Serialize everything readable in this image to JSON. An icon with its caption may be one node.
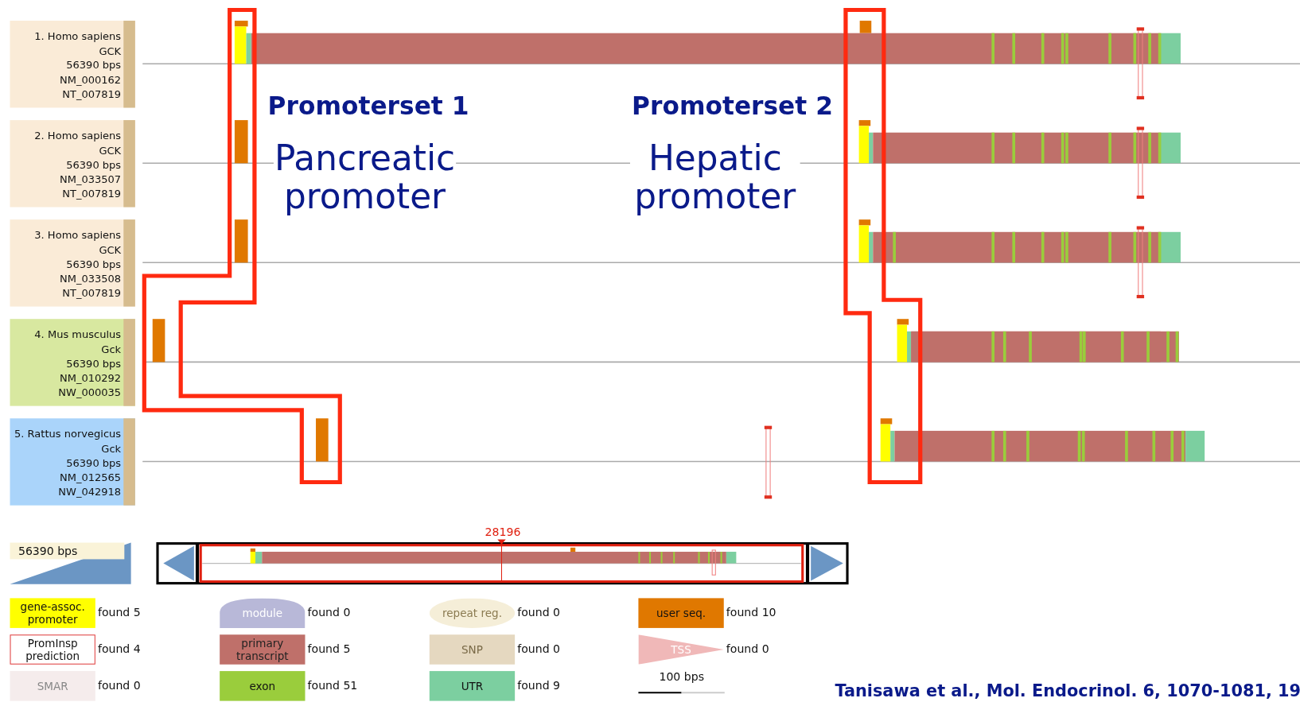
{
  "diagram": {
    "nodes": [
      {
        "text": [
          "1. Homo sapiens",
          "GCK",
          "56390 bps",
          "NM_000162",
          "NT_007819"
        ]
      },
      {
        "text": [
          "2. Homo sapiens",
          "GCK",
          "56390 bps",
          "NM_033507",
          "NT_007819"
        ]
      },
      {
        "text": [
          "3. Homo sapiens",
          "GCK",
          "56390 bps",
          "NM_033508",
          "NT_007819"
        ]
      },
      {
        "text": [
          "4. Mus musculus",
          "Gck",
          "56390 bps",
          "NM_010292",
          "NW_000035"
        ]
      },
      {
        "text": [
          "5. Rattus norvegicus",
          "Gck",
          "56390 bps",
          "NM_012565",
          "NW_042918"
        ]
      },
      {
        "text": [
          "gene-assoc. promoter"
        ],
        "beside": [
          "found 5"
        ]
      },
      {
        "text": [
          "module"
        ],
        "beside": [
          "found 0"
        ]
      },
      {
        "text": [
          "repeat reg."
        ],
        "beside": [
          "found 0"
        ]
      },
      {
        "text": [
          "user seq."
        ],
        "beside": [
          "found 10"
        ]
      },
      {
        "text": [
          "PromInsp prediction"
        ],
        "beside": [
          "found 4"
        ]
      },
      {
        "text": [
          "primary transcript"
        ],
        "beside": [
          "found 5"
        ]
      },
      {
        "text": [
          "SNP"
        ],
        "beside": [
          "found 0"
        ]
      },
      {
        "text": [
          "TSS"
        ],
        "beside": [
          "found 0"
        ]
      },
      {
        "text": [
          "SMAR"
        ],
        "beside": [
          "found 0"
        ]
      },
      {
        "text": [
          "exon"
        ],
        "beside": [
          "found 51"
        ]
      },
      {
        "text": [
          "UTR"
        ],
        "beside": [
          "found 9"
        ]
      }
    ],
    "labels": [
      "Promoterset 1",
      "Pancreatic promoter",
      "Promoterset 2",
      "Hepatic promoter",
      "28196",
      "56390 bps",
      "100 bps",
      "Tanisawa et al., Mol. Endocrinol. 6, 1070-1081, 19"
    ]
  }
}
